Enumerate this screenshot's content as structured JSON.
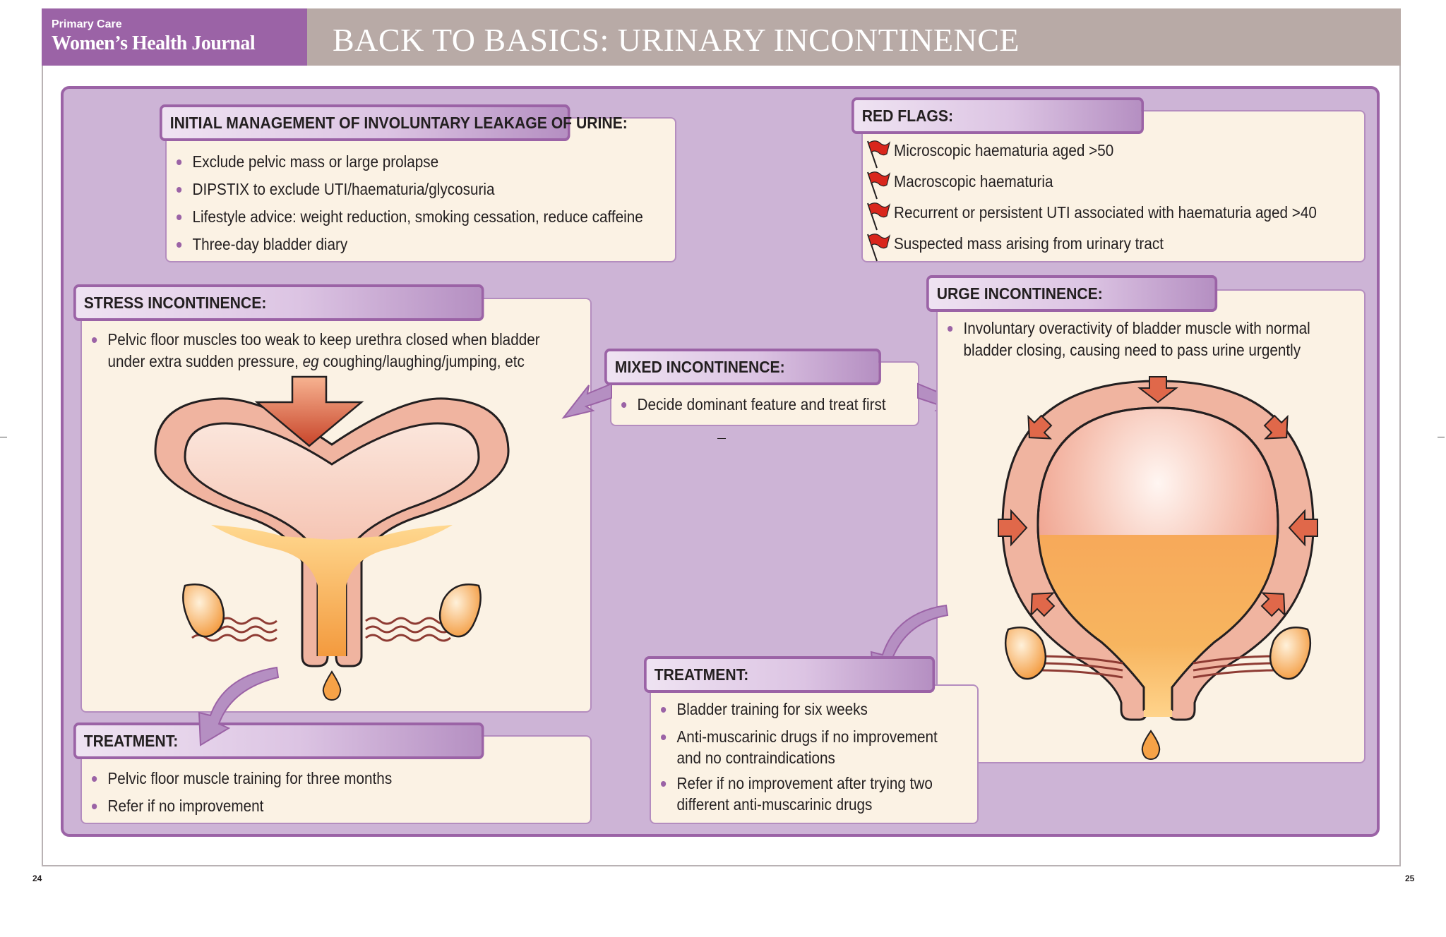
{
  "header": {
    "logo_small": "Primary Care",
    "logo_big": "Women’s Health Journal",
    "title": "BACK TO BASICS: URINARY INCONTINENCE"
  },
  "initial": {
    "heading": "INITIAL MANAGEMENT OF INVOLUNTARY LEAKAGE OF URINE:",
    "items": [
      "Exclude pelvic mass or large prolapse",
      "DIPSTIX to exclude UTI/haematuria/glycosuria",
      "Lifestyle advice: weight reduction, smoking cessation, reduce caffeine",
      "Three-day bladder diary"
    ]
  },
  "red_flags": {
    "heading": "RED FLAGS:",
    "icon": "red-flag-icon",
    "items": [
      "Microscopic haematuria aged >50",
      "Macroscopic haematuria",
      "Recurrent or persistent UTI associated with haematuria aged >40",
      "Suspected mass arising from urinary tract"
    ]
  },
  "stress": {
    "heading": "STRESS INCONTINENCE:",
    "line1": "Pelvic floor muscles too weak to keep urethra closed when bladder",
    "line2_a": "under extra sudden pressure, ",
    "line2_em": "eg",
    "line2_b": " coughing/laughing/jumping, etc"
  },
  "mixed": {
    "heading": "MIXED INCONTINENCE:",
    "item": "Decide dominant feature and treat first"
  },
  "urge": {
    "heading": "URGE INCONTINENCE:",
    "line1": "Involuntary overactivity of bladder muscle with normal",
    "line2": "bladder closing, causing need to pass urine urgently"
  },
  "stress_treatment": {
    "heading": "TREATMENT:",
    "items": [
      "Pelvic floor muscle training for three months",
      "Refer if no improvement"
    ]
  },
  "urge_treatment": {
    "heading": "TREATMENT:",
    "items": [
      [
        "Bladder training for six weeks"
      ],
      [
        "Anti-muscarinic drugs if no improvement",
        "and no contraindications"
      ],
      [
        "Refer if no improvement after trying two",
        "different anti-muscarinic drugs"
      ]
    ]
  },
  "page_numbers": {
    "left": "24",
    "right": "25"
  },
  "colors": {
    "brand_purple": "#9b63a6",
    "panel_lilac": "#cdb4d6",
    "box_cream": "#fbf2e4",
    "header_taupe": "#b8aaa6",
    "bladder_wall": "#f0b4a0",
    "urine": "#f6a247",
    "flag_red": "#d9261c"
  }
}
